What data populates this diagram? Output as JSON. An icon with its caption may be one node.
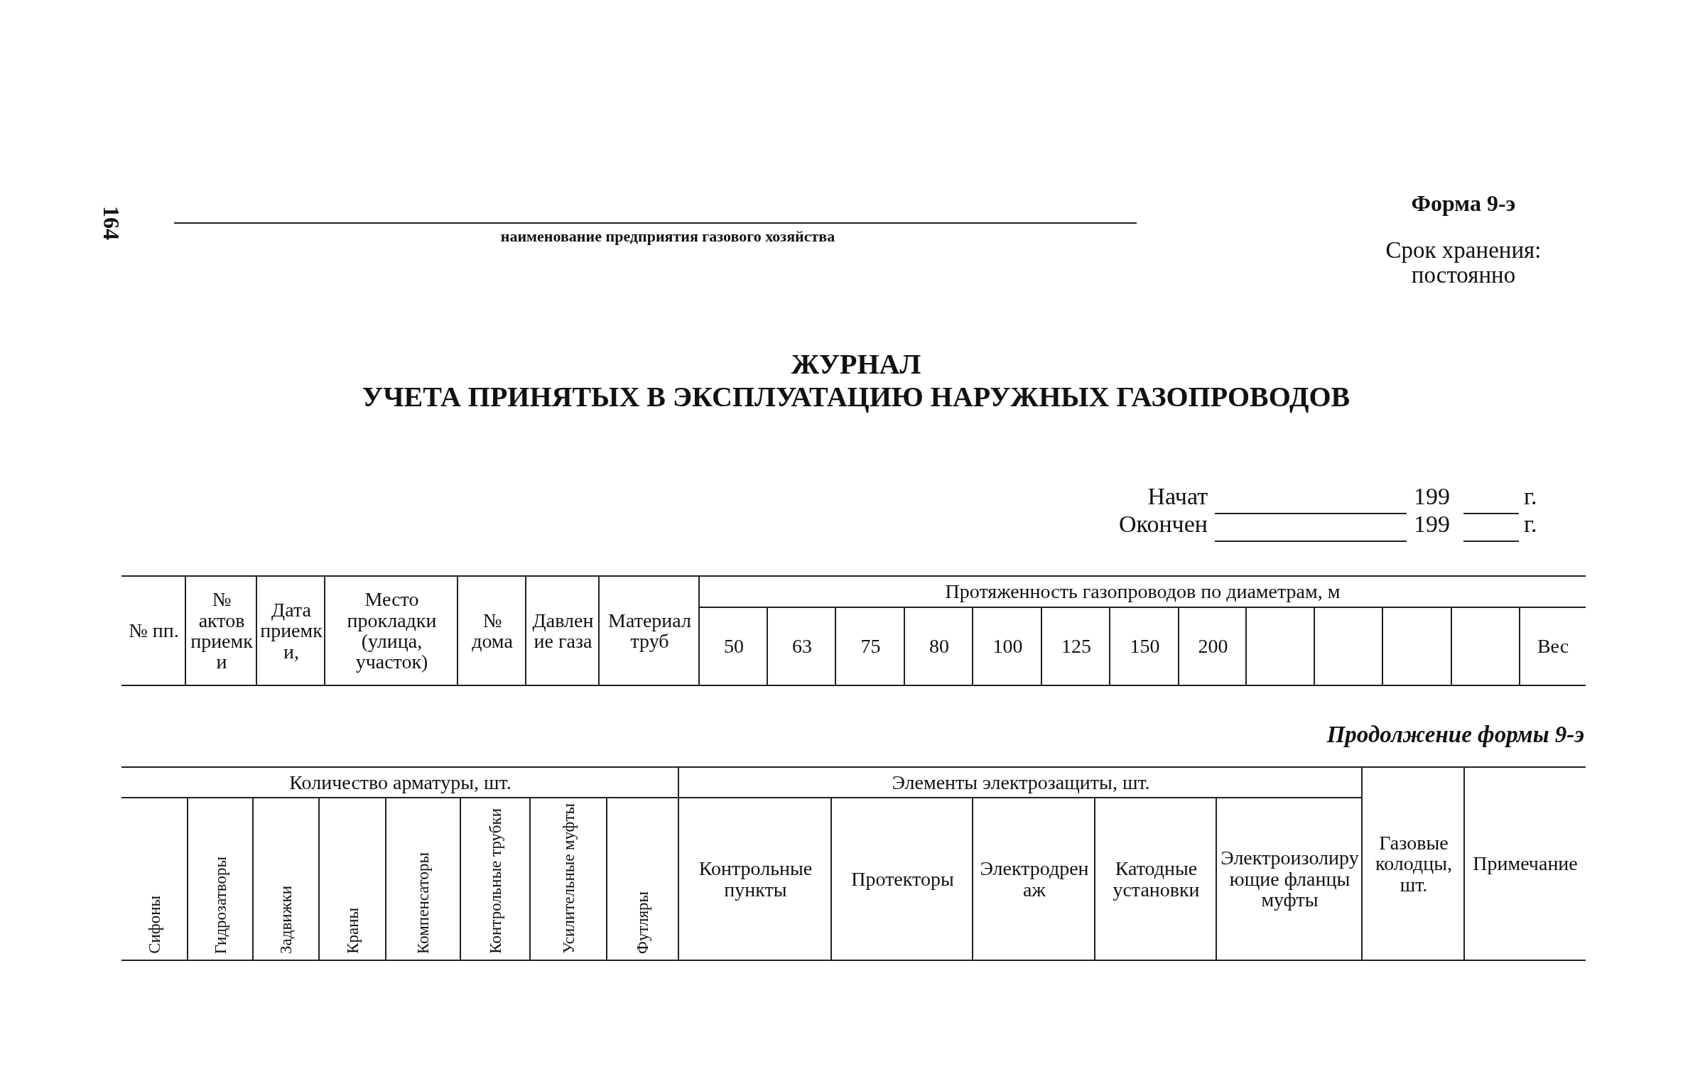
{
  "diagram": {
    "title": "ЖУРНАЛ УЧЕТА ПРИНЯТЫХ В ЭКСПЛУАТАЦИЮ НАРУЖНЫХ ГАЗОПРОВОДОВ",
    "labels": [
      "164",
      "наименование предприятия газового хозяйства",
      "Форма 9-э",
      "Срок хранения: постоянно",
      "Начат",
      "199",
      "г.",
      "Окончен",
      "199",
      "г.",
      "№ пп.",
      "№ актов приемки",
      "Дата приемки,",
      "Место прокладки (улица, участок)",
      "№ дома",
      "Давление газа",
      "Материал труб",
      "Протяженность газопроводов по диаметрам, м",
      "50",
      "63",
      "75",
      "80",
      "100",
      "125",
      "150",
      "200",
      "Вес",
      "Продолжение формы 9-э",
      "Количество арматуры, шт.",
      "Элементы электрозащиты, шт.",
      "Газовые колодцы, шт.",
      "Примечание",
      "Сифоны",
      "Гидрозатворы",
      "Задвижки",
      "Краны",
      "Компенсаторы",
      "Контрольные трубки",
      "Усилительные муфты",
      "Футляры",
      "Контрольные пункты",
      "Протекторы",
      "Электродренаж",
      "Катодные установки",
      "Электроизолирующие фланцы муфты"
    ]
  }
}
